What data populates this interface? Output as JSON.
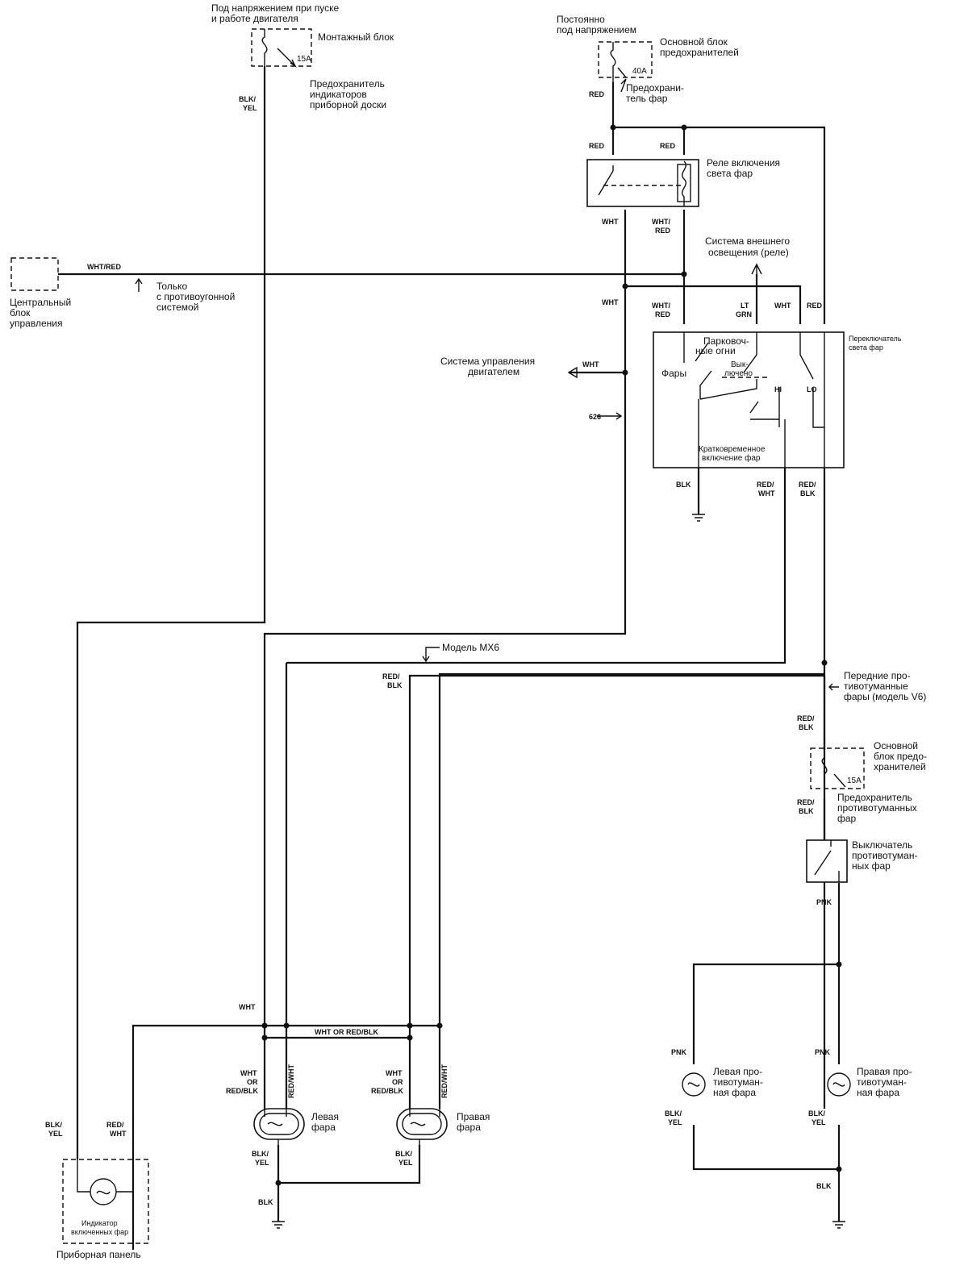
{
  "labels": {
    "ignition_power": [
      "Под напряжением при пуске",
      "и работе двигателя"
    ],
    "junction_block": "Монтажный блок",
    "fuse_15a": "15A",
    "dash_fuse": [
      "Предохранитель",
      "индикаторов",
      "приборной доски"
    ],
    "always_power": [
      "Постоянно",
      "под напряжением"
    ],
    "main_fuse_block": [
      "Основной блок",
      "предохранителей"
    ],
    "fuse_40a": "40A",
    "headlight_fuse": [
      "Предохрани-",
      "тель фар"
    ],
    "headlight_relay": [
      "Реле включения",
      "света фар"
    ],
    "exterior_lighting": [
      "Система внешнего",
      "освещения (реле)"
    ],
    "central_unit": [
      "Центральный",
      "блок",
      "управления"
    ],
    "anti_theft": [
      "Только",
      "с противоугонной",
      "системой"
    ],
    "engine_control": [
      "Система управления",
      "двигателем"
    ],
    "code_626": "626",
    "headlight_switch": [
      "Переключатель",
      "света фар"
    ],
    "parking_lights": [
      "Парковоч-",
      "ные огни"
    ],
    "headlights": "Фары",
    "off": [
      "Вык-",
      "лючено"
    ],
    "hi": "HI",
    "lo": "LO",
    "flash": [
      "Кратковременное",
      "включение фар"
    ],
    "model_mx6": "Модель МХ6",
    "front_fog": [
      "Передние про-",
      "тивотуманные",
      "фары (модель V6)"
    ],
    "main_fuse_block2": [
      "Основной",
      "блок предо-",
      "хранителей"
    ],
    "fog_fuse": [
      "Предохранитель",
      "противотуманных",
      "фар"
    ],
    "fog_switch": [
      "Выключатель",
      "противотуман-",
      "ных фар"
    ],
    "left_fog": [
      "Левая про-",
      "тивотуман-",
      "ная фара"
    ],
    "right_fog": [
      "Правая про-",
      "тивотуман-",
      "ная фара"
    ],
    "left_headlamp": [
      "Левая",
      "фара"
    ],
    "right_headlamp": [
      "Правая",
      "фара"
    ],
    "indicator": [
      "Индикатор",
      "включенных фар"
    ],
    "instrument_panel": "Приборная панель"
  },
  "wires": {
    "blk_yel": [
      "BLK/",
      "YEL"
    ],
    "red": "RED",
    "wht": "WHT",
    "wht_red_h": "WHT/RED",
    "wht_red": [
      "WHT/",
      "RED"
    ],
    "lt_grn": [
      "LT",
      "GRN"
    ],
    "blk": "BLK",
    "red_wht": [
      "RED/",
      "WHT"
    ],
    "red_blk": [
      "RED/",
      "BLK"
    ],
    "pnk": "PNK",
    "wht_or_red_blk": "WHT  OR  RED/BLK",
    "wht_or_red_blk_v": [
      "WHT",
      "OR",
      "RED/BLK"
    ],
    "red_wht_v": "RED/WHT"
  }
}
